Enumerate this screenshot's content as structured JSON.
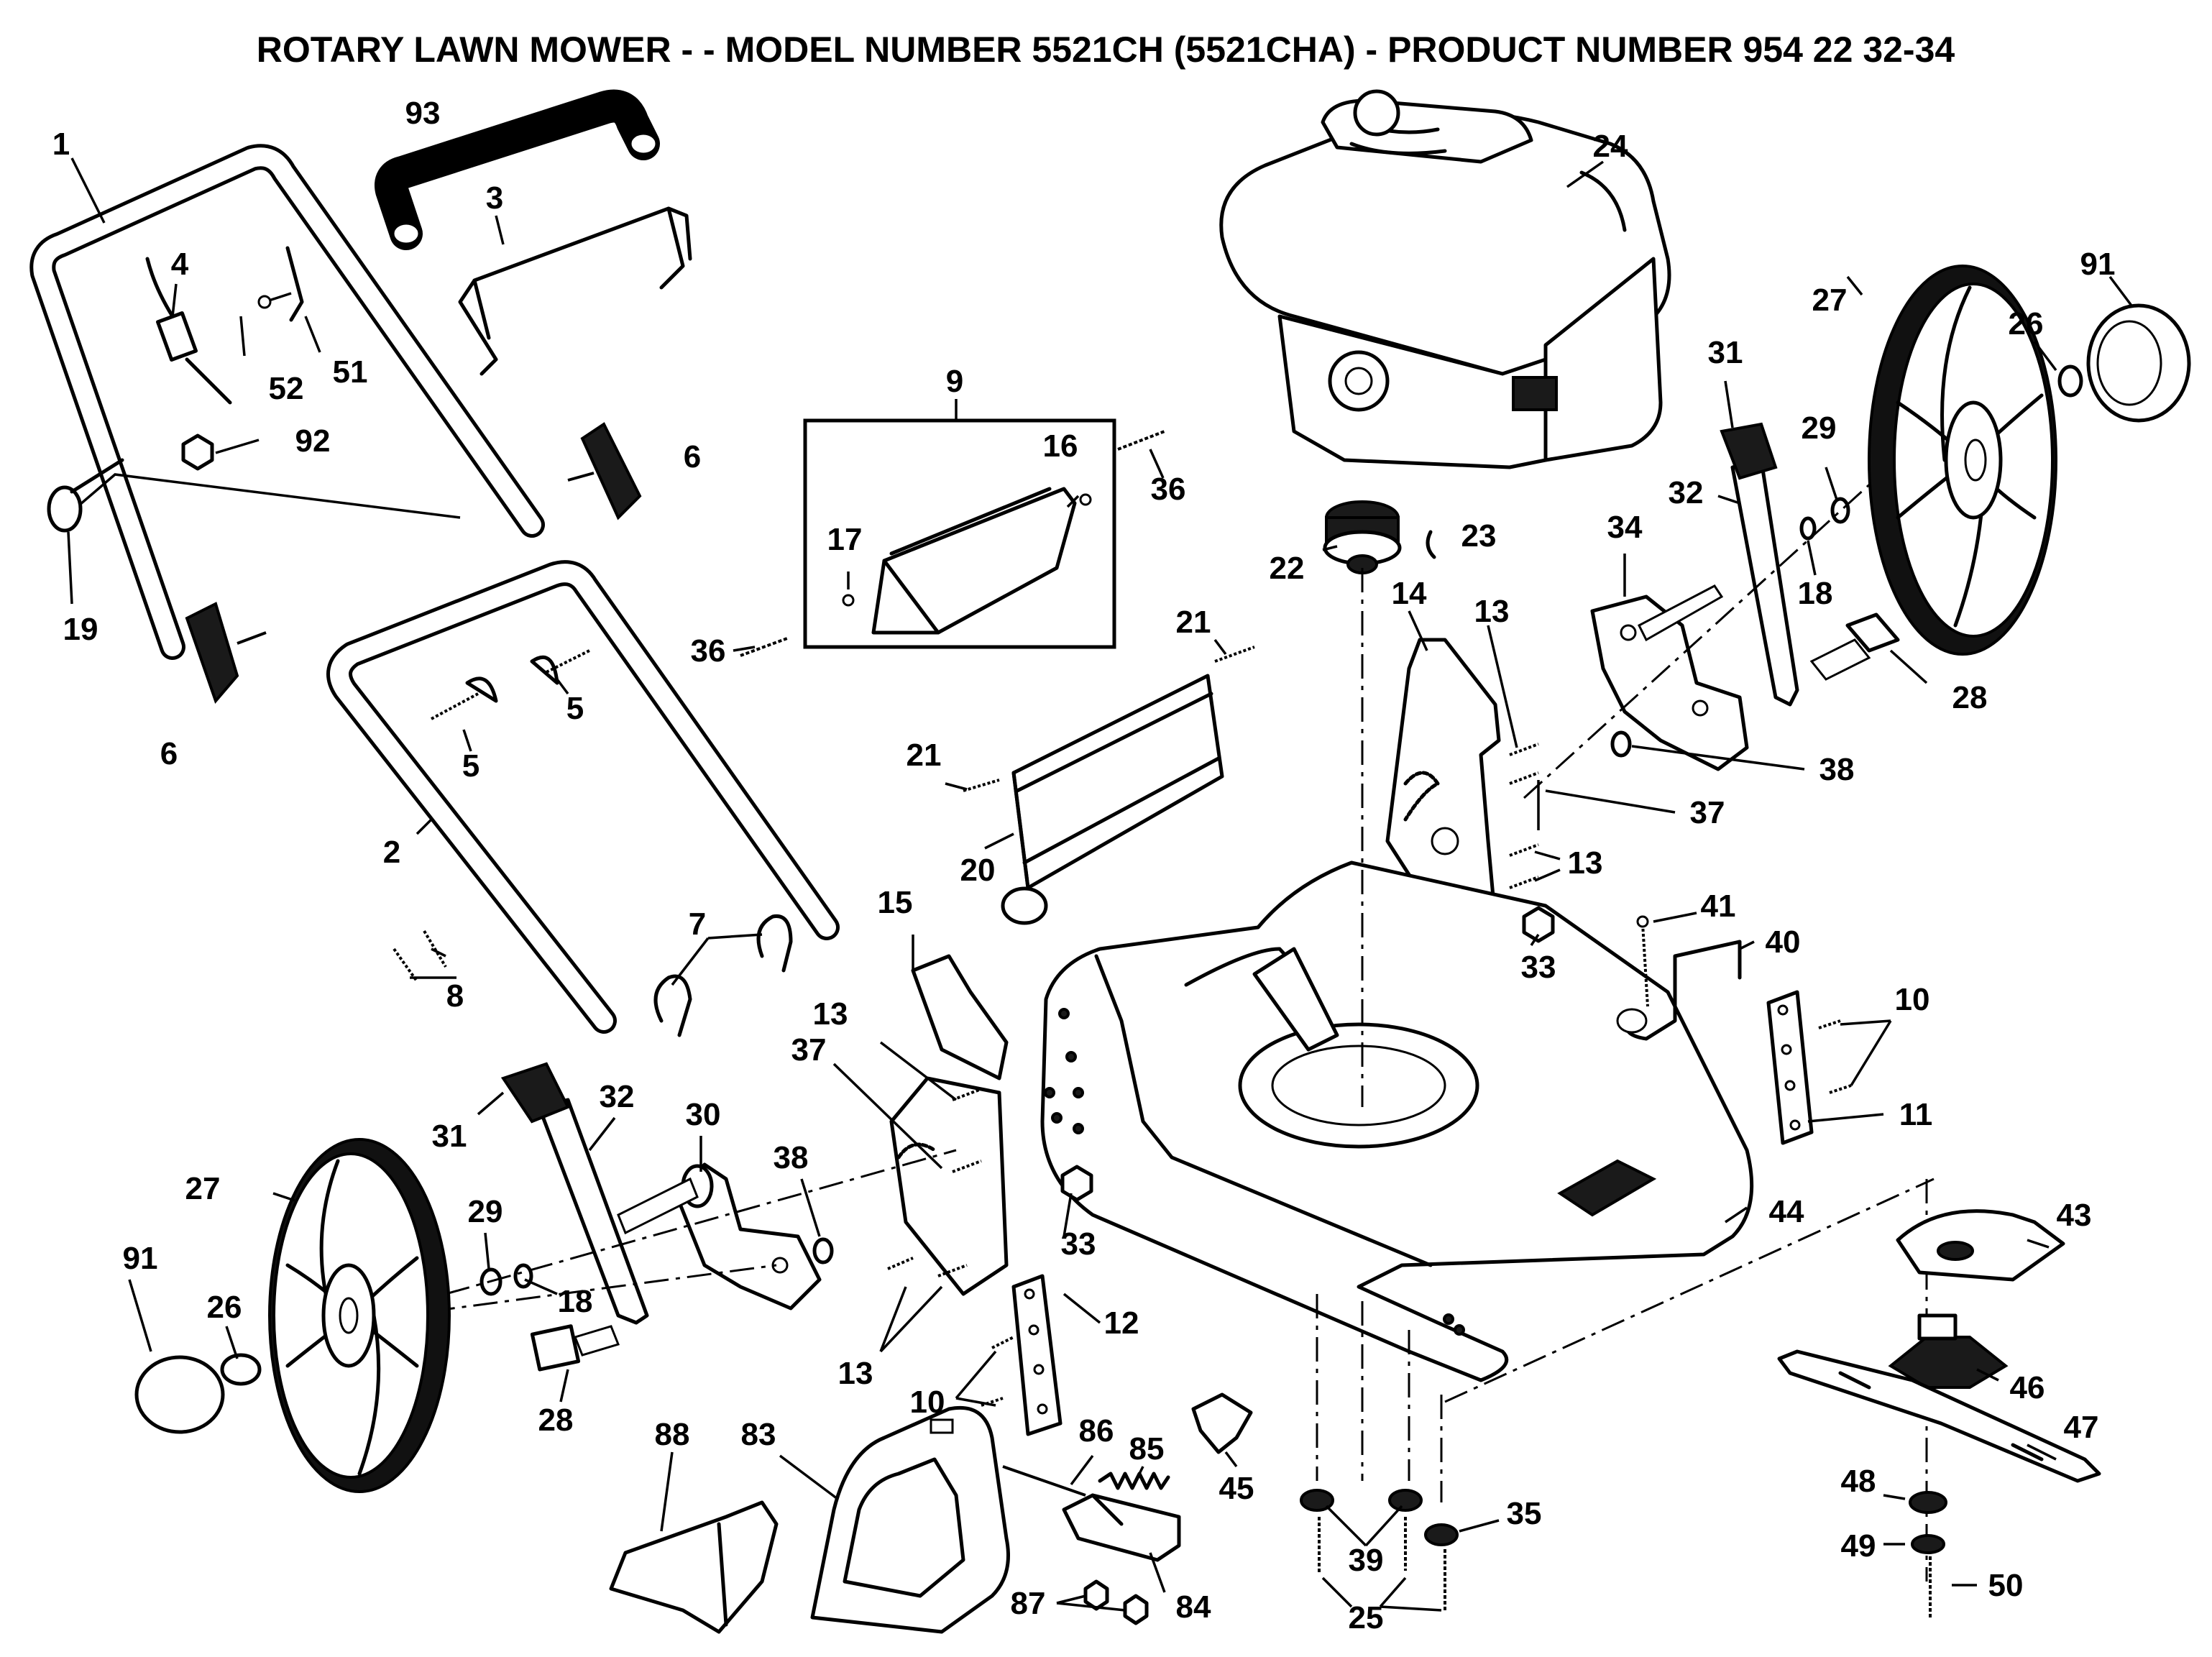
{
  "title": "ROTARY LAWN MOWER - - MODEL NUMBER 5521CH (5521CHA) - PRODUCT NUMBER 954 22 32-34",
  "callouts": {
    "c1": "1",
    "c2": "2",
    "c3": "3",
    "c4": "4",
    "c5a": "5",
    "c5b": "5",
    "c6a": "6",
    "c6b": "6",
    "c7": "7",
    "c8": "8",
    "c9": "9",
    "c10a": "10",
    "c10b": "10",
    "c11": "11",
    "c12": "12",
    "c13a": "13",
    "c13b": "13",
    "c13c": "13",
    "c13d": "13",
    "c14": "14",
    "c15": "15",
    "c16": "16",
    "c17": "17",
    "c18a": "18",
    "c18b": "18",
    "c19": "19",
    "c20": "20",
    "c21a": "21",
    "c21b": "21",
    "c22": "22",
    "c23": "23",
    "c24": "24",
    "c25": "25",
    "c26a": "26",
    "c26b": "26",
    "c27a": "27",
    "c27b": "27",
    "c28a": "28",
    "c28b": "28",
    "c29a": "29",
    "c29b": "29",
    "c30": "30",
    "c31a": "31",
    "c31b": "31",
    "c32a": "32",
    "c32b": "32",
    "c33a": "33",
    "c33b": "33",
    "c34": "34",
    "c35": "35",
    "c36a": "36",
    "c36b": "36",
    "c37a": "37",
    "c37b": "37",
    "c38a": "38",
    "c38b": "38",
    "c39": "39",
    "c40": "40",
    "c41": "41",
    "c43": "43",
    "c44": "44",
    "c45": "45",
    "c46": "46",
    "c47": "47",
    "c48": "48",
    "c49": "49",
    "c50": "50",
    "c51": "51",
    "c52": "52",
    "c83": "83",
    "c84": "84",
    "c85": "85",
    "c86": "86",
    "c87": "87",
    "c88": "88",
    "c91a": "91",
    "c91b": "91",
    "c92": "92",
    "c93": "93"
  }
}
